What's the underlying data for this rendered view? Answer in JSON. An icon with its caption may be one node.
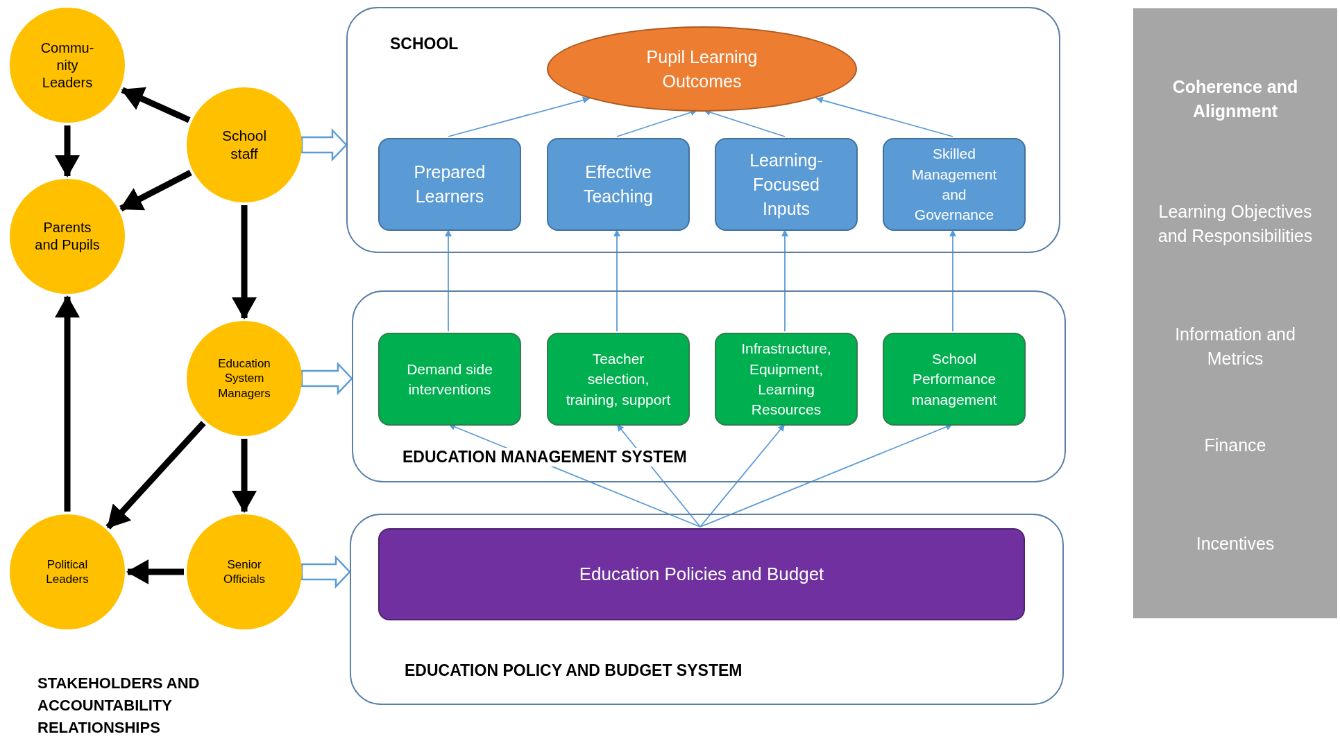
{
  "diagram": {
    "nodes": [
      {
        "text": [
          "Commu- nity Leaders"
        ]
      },
      {
        "text": [
          "School staff"
        ]
      },
      {
        "text": [
          "Parents and Pupils"
        ]
      },
      {
        "text": [
          "Education System Managers"
        ]
      },
      {
        "text": [
          "Political Leaders"
        ]
      },
      {
        "text": [
          "Senior Officials"
        ]
      },
      {
        "text": [
          "SCHOOL"
        ]
      },
      {
        "text": [
          "Pupil Learning Outcomes"
        ],
        "in": 6
      },
      {
        "text": [
          "Prepared Learners"
        ],
        "in": 6
      },
      {
        "text": [
          "Effective Teaching"
        ],
        "in": 6
      },
      {
        "text": [
          "Learning-Focused Inputs"
        ],
        "in": 6
      },
      {
        "text": [
          "Skilled Management and Governance"
        ],
        "in": 6
      },
      {
        "text": [
          "EDUCATION MANAGEMENT SYSTEM"
        ]
      },
      {
        "text": [
          "Demand side interventions"
        ],
        "in": 12
      },
      {
        "text": [
          "Teacher selection, training, support"
        ],
        "in": 12
      },
      {
        "text": [
          "Infrastructure, Equipment, Learning Resources"
        ],
        "in": 12
      },
      {
        "text": [
          "School Performance management"
        ],
        "in": 12
      },
      {
        "text": [
          "EDUCATION POLICY AND BUDGET SYSTEM"
        ]
      },
      {
        "text": [
          "Education Policies and Budget"
        ],
        "in": 17
      },
      {
        "text": [
          "Coherence and Alignment",
          "Learning Objectives and Responsibilities",
          "Information and Metrics",
          "Finance",
          "Incentives"
        ]
      }
    ],
    "edges": [
      {
        "from": 1,
        "to": 0,
        "arrow": "to",
        "style": "thick",
        "color": "#000000"
      },
      {
        "from": 0,
        "to": 2,
        "arrow": "to",
        "style": "thick",
        "color": "#000000"
      },
      {
        "from": 1,
        "to": 2,
        "arrow": "to",
        "style": "thick",
        "color": "#000000"
      },
      {
        "from": 1,
        "to": 3,
        "arrow": "to",
        "style": "thick",
        "color": "#000000"
      },
      {
        "from": 3,
        "to": 4,
        "arrow": "to",
        "style": "thick",
        "color": "#000000"
      },
      {
        "from": 3,
        "to": 5,
        "arrow": "to",
        "style": "thick",
        "color": "#000000"
      },
      {
        "from": 5,
        "to": 4,
        "arrow": "to",
        "style": "thick",
        "color": "#000000"
      },
      {
        "from": 4,
        "to": 2,
        "arrow": "to",
        "style": "thick",
        "color": "#000000"
      },
      {
        "from": 1,
        "to": 6,
        "arrow": "to"
      },
      {
        "from": 3,
        "to": 12,
        "arrow": "to"
      },
      {
        "from": 5,
        "to": 17,
        "arrow": "to"
      },
      {
        "from": 8,
        "to": 7,
        "arrow": "to"
      },
      {
        "from": 9,
        "to": 7,
        "arrow": "to"
      },
      {
        "from": 10,
        "to": 7,
        "arrow": "to"
      },
      {
        "from": 11,
        "to": 7,
        "arrow": "to"
      },
      {
        "from": 13,
        "to": 8,
        "arrow": "to"
      },
      {
        "from": 14,
        "to": 9,
        "arrow": "to"
      },
      {
        "from": 15,
        "to": 10,
        "arrow": "to"
      },
      {
        "from": 16,
        "to": 11,
        "arrow": "to"
      },
      {
        "from": 18,
        "to": 13,
        "arrow": "to"
      },
      {
        "from": 18,
        "to": 14,
        "arrow": "to"
      },
      {
        "from": 18,
        "to": 15,
        "arrow": "to"
      },
      {
        "from": 18,
        "to": 16,
        "arrow": "to"
      }
    ],
    "labels": [
      "STAKEHOLDERS AND ACCOUNTABILITY RELATIONSHIPS"
    ]
  }
}
